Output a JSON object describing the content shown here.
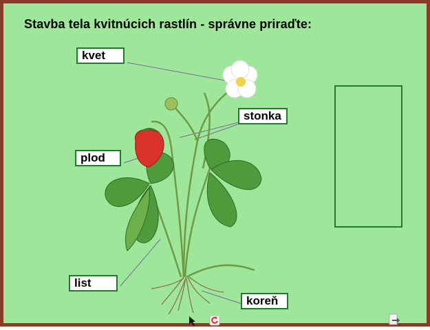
{
  "title": "Stavba tela kvitnúcich rastlín - správne priraďte:",
  "labels": {
    "kvet": "kvet",
    "stonka": "stonka",
    "plod": "plod",
    "list": "list",
    "koren": "koreň"
  },
  "toolbar": {
    "pointer_icon": "pointer-icon",
    "refresh_icon": "refresh-icon",
    "next_icon": "next-page-icon"
  },
  "colors": {
    "background": "#9ee69a",
    "frame": "#8b3a2a",
    "label_border": "#1f7a2a"
  }
}
